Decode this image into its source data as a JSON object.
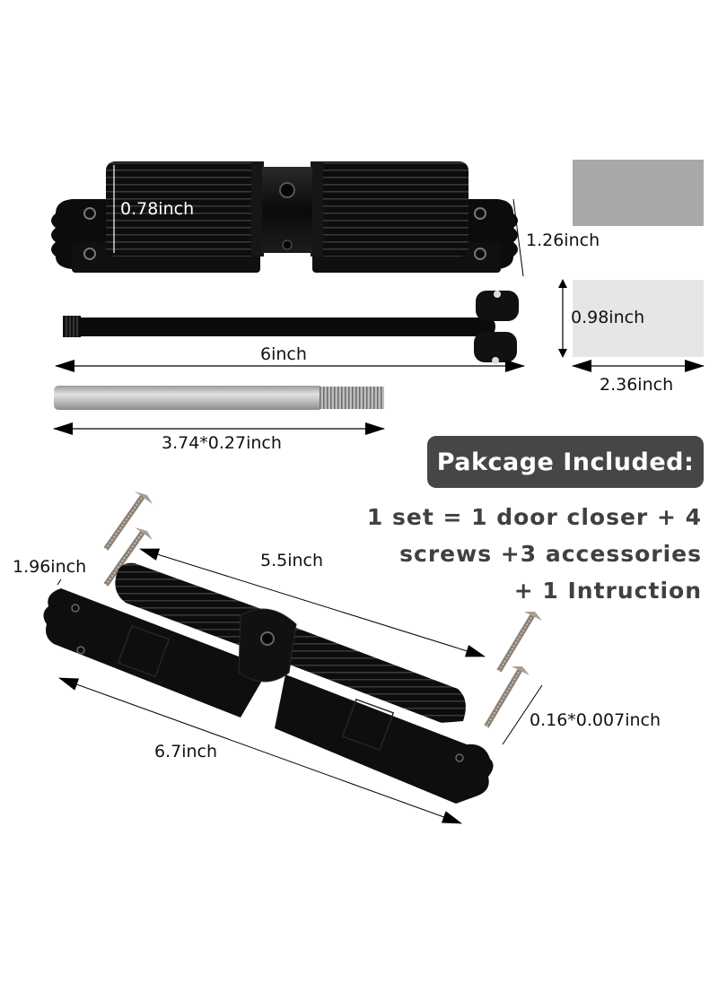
{
  "product": "door closer kit",
  "colors": {
    "badge_bg": "#464646",
    "badge_text": "#ffffff",
    "package_text": "#404040",
    "dimension_text": "#111111",
    "closer_body": "#0c0c0c",
    "pad_dark": "#a8a8a8",
    "pad_light": "#e6e6e6",
    "pin_steel": "#c4c4c4"
  },
  "dimensions": {
    "closer_diameter": "0.78inch",
    "closer_plate_height": "1.26inch",
    "arm_length": "6inch",
    "pin_size": "3.74*0.27inch",
    "pad_height": "0.98inch",
    "pad_width": "2.36inch",
    "angled_width": "1.96inch",
    "angled_body_length": "5.5inch",
    "angled_total_length": "6.7inch",
    "screw_size": "0.16*0.007inch"
  },
  "package": {
    "title": "Pakcage Included:",
    "lines": [
      "1 set = 1 door closer + 4",
      "screws +3 accessories",
      "+ 1 Intruction"
    ]
  }
}
